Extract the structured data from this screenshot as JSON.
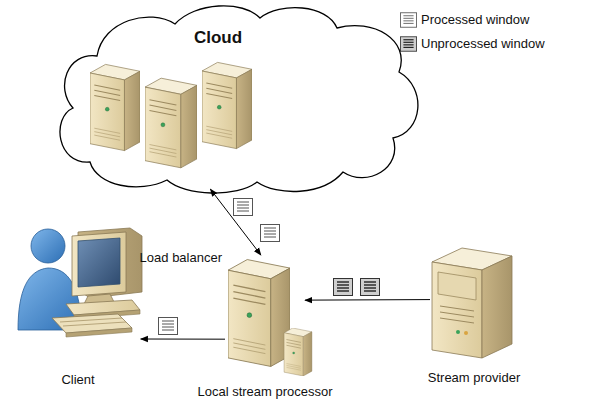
{
  "diagram": {
    "nodes": [
      {
        "text": [
          "Cloud"
        ]
      },
      {
        "text": [
          "Client"
        ]
      },
      {
        "text": [
          "Local stream processor"
        ]
      },
      {
        "text": [
          "Stream provider"
        ]
      }
    ],
    "edges": [
      {
        "from": 0,
        "to": 2,
        "arrow": "both"
      },
      {
        "from": 3,
        "to": 2,
        "arrow": "to"
      },
      {
        "from": 2,
        "to": 1,
        "arrow": "to"
      }
    ],
    "labels": [
      "Load balancer"
    ],
    "legend": [
      {
        "text": "Processed window"
      },
      {
        "text": "Unprocessed window"
      }
    ]
  }
}
